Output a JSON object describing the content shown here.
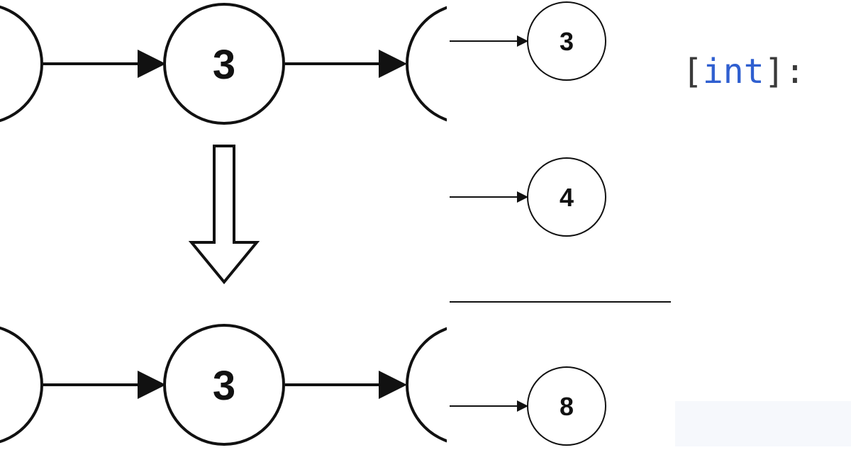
{
  "left_diagram": {
    "top_row": {
      "middle_node": "3"
    },
    "bottom_row": {
      "middle_node": "3"
    }
  },
  "right_diagram": {
    "nodes": [
      "3",
      "4",
      "8"
    ]
  },
  "code_snippet": {
    "open_bracket": "[",
    "type": "int",
    "close_bracket": "]",
    "colon": ":"
  },
  "colors": {
    "stroke": "#111111",
    "code_keyword": "#2f5fd0",
    "code_punct": "#3a3a3a",
    "footer_panel": "#f6f8fc"
  }
}
